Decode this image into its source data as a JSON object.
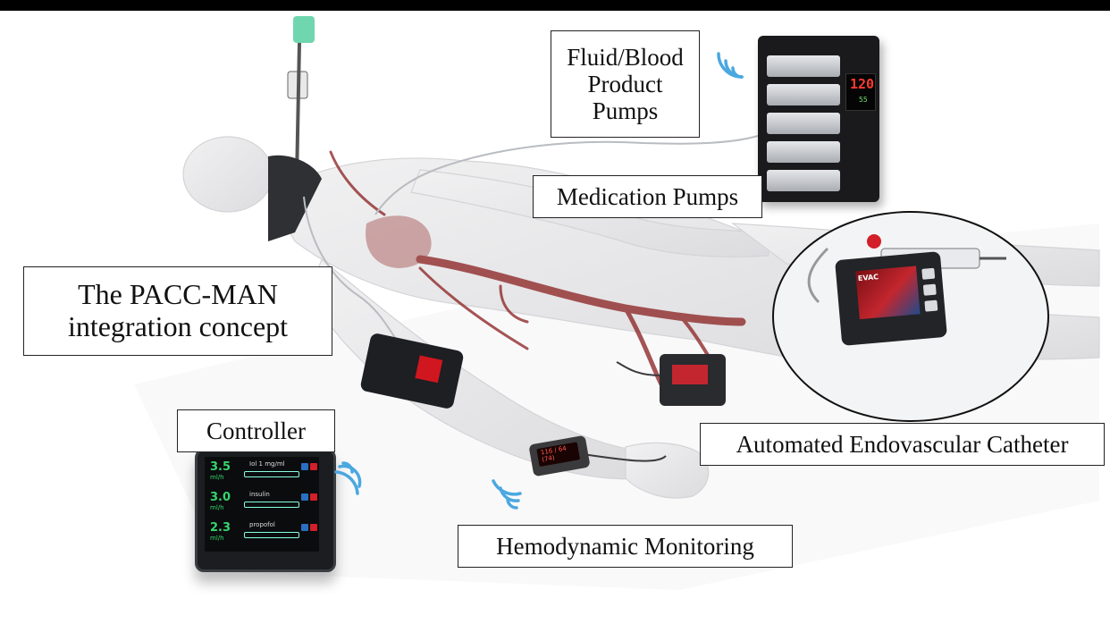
{
  "labels": {
    "fluid_pumps_lines": [
      "Fluid/Blood",
      "Product",
      "Pumps"
    ],
    "medication_pumps": "Medication Pumps",
    "concept_lines": [
      "The PACC-MAN",
      "integration concept"
    ],
    "controller": "Controller",
    "automated_catheter": "Automated Endovascular Catheter",
    "hemodynamic_monitoring": "Hemodynamic Monitoring"
  },
  "controller_screen": {
    "rows": [
      {
        "rate": "3.5",
        "unit": "ml/h",
        "status": "pump running",
        "drug": "Iol 1 mg/ml"
      },
      {
        "rate": "3.0",
        "unit": "ml/h",
        "status": "pump running",
        "drug": "insulin"
      },
      {
        "rate": "2.3",
        "unit": "ml/h",
        "status": "pump running",
        "drug": "propofol"
      }
    ]
  },
  "fluid_pump_display": {
    "big": "120",
    "small": "55"
  },
  "catheter_device_text": "EVAC",
  "watch_text": [
    "116 / 64",
    "(74)"
  ],
  "icons": [
    "wireless-signal-icon"
  ],
  "colors": {
    "accent_red": "#c3262e",
    "wireless_blue": "#4aa8e0",
    "screen_green": "#37d56b",
    "vessel_red": "#8a1e1e"
  }
}
